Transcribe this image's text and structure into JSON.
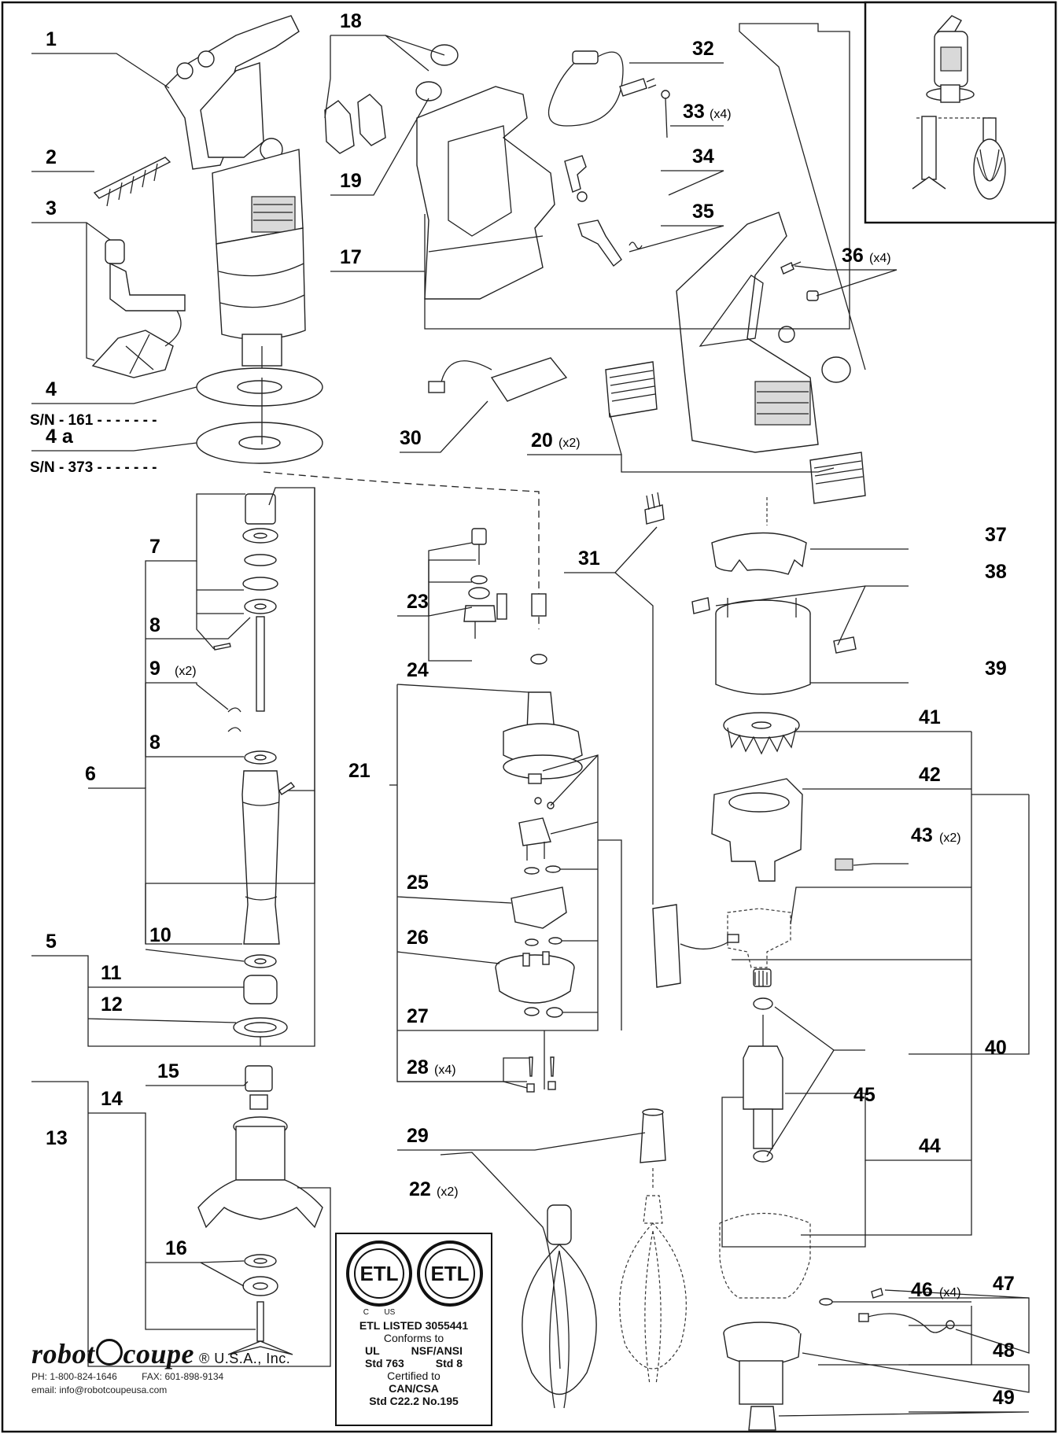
{
  "callouts": {
    "c1": "1",
    "c2": "2",
    "c3": "3",
    "c4": "4",
    "c4a": "4 a",
    "c5": "5",
    "c6": "6",
    "c7": "7",
    "c8a": "8",
    "c8b": "8",
    "c9": "9",
    "c9q": "(x2)",
    "c10": "10",
    "c11": "11",
    "c12": "12",
    "c13": "13",
    "c14": "14",
    "c15": "15",
    "c16": "16",
    "c17": "17",
    "c18": "18",
    "c19": "19",
    "c20": "20",
    "c20q": "(x2)",
    "c21": "21",
    "c22": "22",
    "c22q": "(x2)",
    "c23": "23",
    "c24": "24",
    "c25": "25",
    "c26": "26",
    "c27": "27",
    "c28": "28",
    "c28q": "(x4)",
    "c29": "29",
    "c30": "30",
    "c31": "31",
    "c32": "32",
    "c33": "33",
    "c33q": "(x4)",
    "c34": "34",
    "c35": "35",
    "c36": "36",
    "c36q": "(x4)",
    "c37": "37",
    "c38": "38",
    "c39": "39",
    "c40": "40",
    "c41": "41",
    "c42": "42",
    "c43": "43",
    "c43q": "(x2)",
    "c44": "44",
    "c45": "45",
    "c46": "46",
    "c46q": "(x4)",
    "c47": "47",
    "c48": "48",
    "c49": "49"
  },
  "serials": {
    "sn1": "S/N - 161 - - - - -   - -",
    "sn2": "S/N - 373 - - - - -   - -"
  },
  "brand": {
    "name_left": "robot",
    "name_right": "coupe",
    "suffix": "® U.S.A., Inc.",
    "phone": "PH: 1-800-824-1646",
    "fax": "FAX: 601-898-9134",
    "email": "email: info@robotcoupeusa.com"
  },
  "certification": {
    "mark_text": "ETL",
    "mark1_caption_left": "C",
    "mark1_caption_right": "US",
    "listed": "ETL LISTED 3055441",
    "conforms": "Conforms to",
    "std1_name": "UL",
    "std2_name": "NSF/ANSI",
    "std1_num": "Std 763",
    "std2_num": "Std 8",
    "certified": "Certified to",
    "csa": "CAN/CSA",
    "csa_std": "Std C22.2 No.195"
  }
}
